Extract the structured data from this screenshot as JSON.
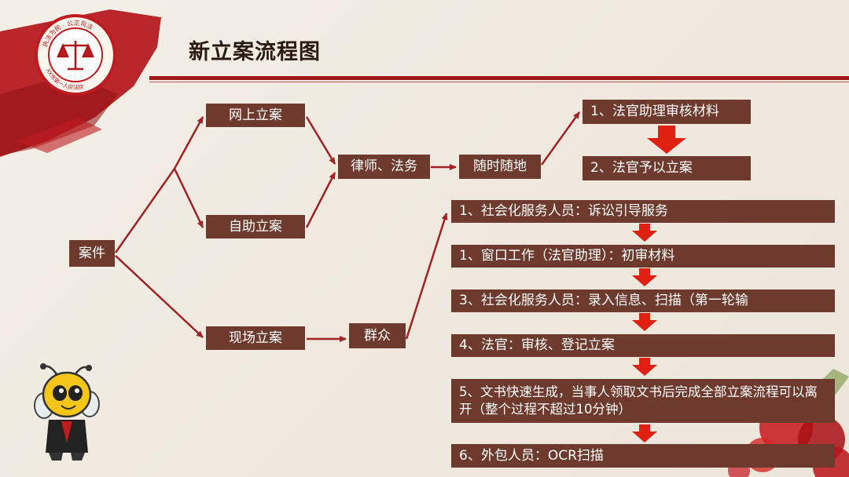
{
  "title": "新立案流程图",
  "seal": {
    "top_text": "执法为民 · 公正司法",
    "bottom_text": "XX市第一人民法院"
  },
  "colors": {
    "box": "#6e3a2e",
    "arrow_line": "#a32222",
    "down_arrow": "#e02010",
    "rule": "#a11a1a"
  },
  "nodes": {
    "case": "案件",
    "online": "网上立案",
    "self_service": "自助立案",
    "onsite": "现场立案",
    "lawyer": "律师、法务",
    "anytime": "随时随地",
    "public": "群众"
  },
  "online_steps": [
    "1、法官助理审核材料",
    "2、法官予以立案"
  ],
  "onsite_steps": [
    "1、社会化服务人员：诉讼引导服务",
    "1、窗口工作（法官助理）：初审材料",
    "3、社会化服务人员：录入信息、扫描（第一轮输",
    "4、法官：审核、登记立案",
    "5、文书快速生成，当事人领取文书后完成全部立案流程可以离开（整个过程不超过10分钟）",
    "6、外包人员：OCR扫描"
  ]
}
